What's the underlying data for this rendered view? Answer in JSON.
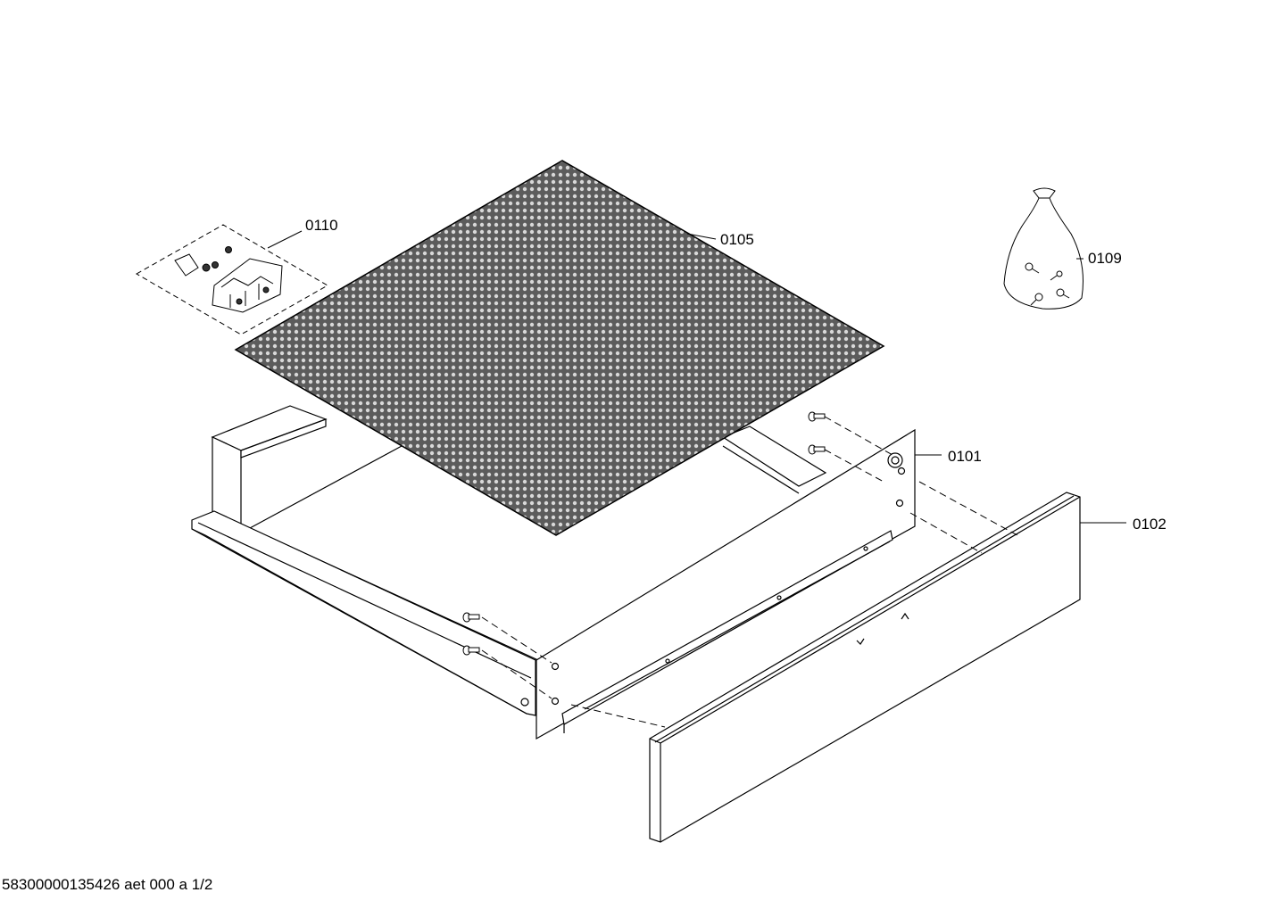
{
  "diagram": {
    "parts": [
      {
        "id": "p0110",
        "number": "0110",
        "name": "hinge-bracket-kit"
      },
      {
        "id": "p0105",
        "number": "0105",
        "name": "perforated-mat"
      },
      {
        "id": "p0109",
        "number": "0109",
        "name": "screw-bag"
      },
      {
        "id": "p0101",
        "number": "0101",
        "name": "front-panel"
      },
      {
        "id": "p0102",
        "number": "0102",
        "name": "drawer-front"
      }
    ]
  },
  "footer": {
    "text": "58300000135426 aet 000 a 1/2"
  },
  "colors": {
    "line": "#000000",
    "mat_fill": "#6a6a6a",
    "background": "#ffffff"
  }
}
